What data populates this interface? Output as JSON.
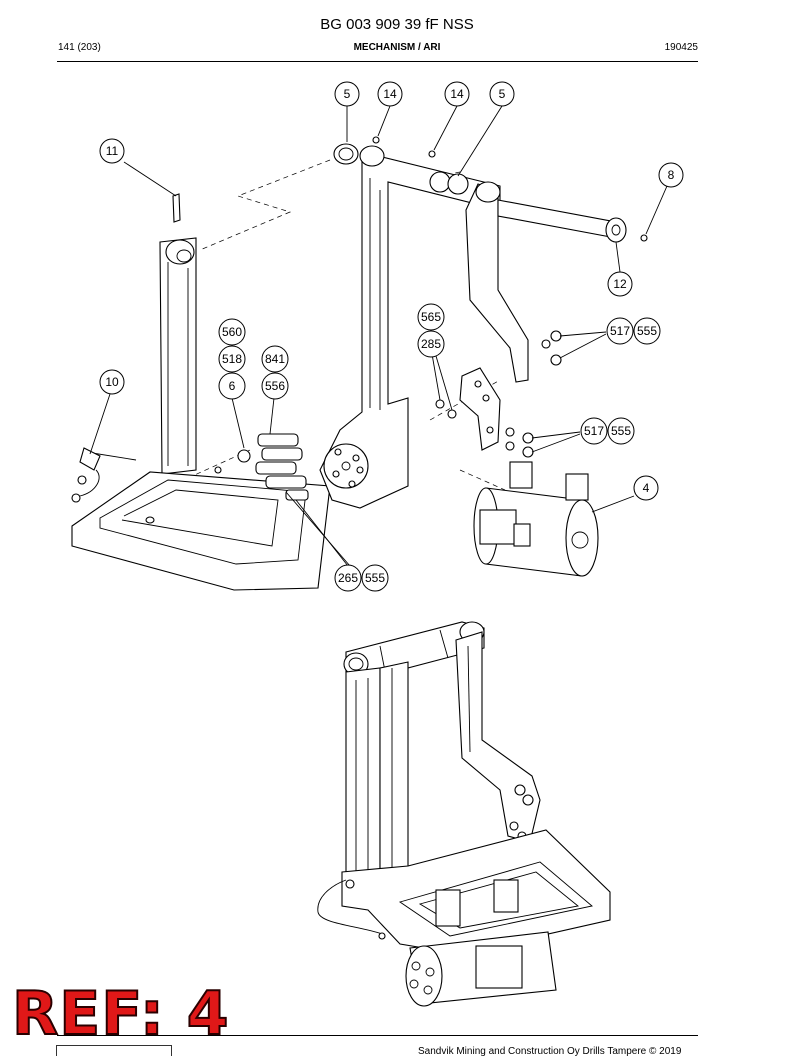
{
  "header": {
    "title": "BG 003 909 39 fF NSS",
    "page": "141 (203)",
    "section": "MECHANISM / ARI",
    "date": "190425"
  },
  "callouts": [
    {
      "id": "c-5a",
      "label": "5"
    },
    {
      "id": "c-14a",
      "label": "14"
    },
    {
      "id": "c-14b",
      "label": "14"
    },
    {
      "id": "c-5b",
      "label": "5"
    },
    {
      "id": "c-11",
      "label": "11"
    },
    {
      "id": "c-8",
      "label": "8"
    },
    {
      "id": "c-12",
      "label": "12"
    },
    {
      "id": "c-565",
      "label": "565"
    },
    {
      "id": "c-285",
      "label": "285"
    },
    {
      "id": "c-517a",
      "label": "517"
    },
    {
      "id": "c-555a",
      "label": "555"
    },
    {
      "id": "c-560",
      "label": "560"
    },
    {
      "id": "c-518",
      "label": "518"
    },
    {
      "id": "c-841",
      "label": "841"
    },
    {
      "id": "c-6",
      "label": "6"
    },
    {
      "id": "c-556",
      "label": "556"
    },
    {
      "id": "c-10",
      "label": "10"
    },
    {
      "id": "c-517b",
      "label": "517"
    },
    {
      "id": "c-555b",
      "label": "555"
    },
    {
      "id": "c-4",
      "label": "4"
    },
    {
      "id": "c-265",
      "label": "265"
    },
    {
      "id": "c-555c",
      "label": "555"
    }
  ],
  "footer": {
    "copyright": "Sandvik Mining and Construction Oy Drills Tampere © 2019"
  },
  "badge": {
    "text": "REF: 4",
    "color": "#e01818"
  }
}
